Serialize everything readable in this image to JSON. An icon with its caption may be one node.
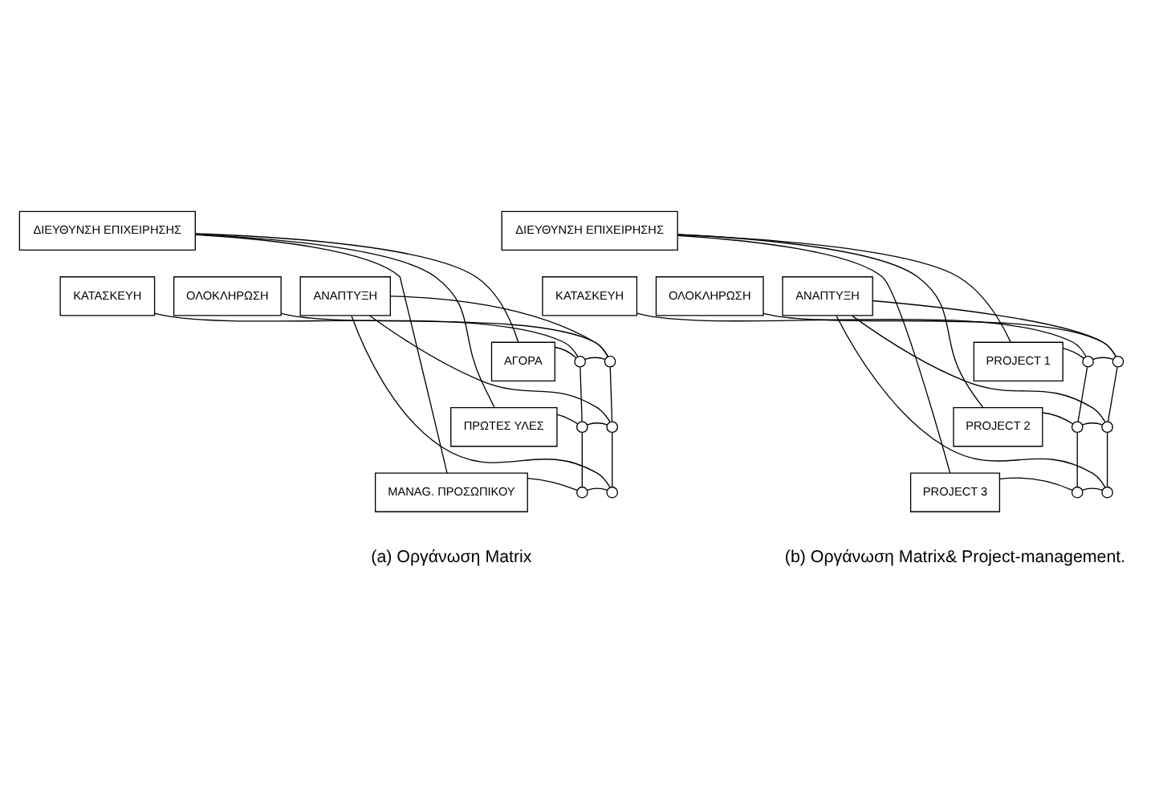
{
  "diagram": {
    "nodes": [
      {
        "text": [
          "ΔΙΕΥΘΥΝΣΗ ΕΠΙΧΕΙΡΗΣΗΣ"
        ]
      },
      {
        "text": [
          "ΚΑΤΑΣΚΕΥΗ"
        ]
      },
      {
        "text": [
          "ΟΛΟΚΛΗΡΩΣΗ"
        ]
      },
      {
        "text": [
          "ΑΝΑΠΤΥΞΗ"
        ]
      },
      {
        "text": [
          "ΑΓΟΡΑ"
        ]
      },
      {
        "text": [
          "ΠΡΩΤΕΣ ΥΛΕΣ"
        ]
      },
      {
        "text": [
          "MANAG. ΠΡΟΣΩΠΙΚΟΥ"
        ]
      },
      {
        "text": [],
        "shape": "circle"
      },
      {
        "text": [],
        "shape": "circle"
      },
      {
        "text": [],
        "shape": "circle"
      },
      {
        "text": [],
        "shape": "circle"
      },
      {
        "text": [],
        "shape": "circle"
      },
      {
        "text": [],
        "shape": "circle"
      },
      {
        "text": [
          "ΔΙΕΥΘΥΝΣΗ ΕΠΙΧΕΙΡΗΣΗΣ"
        ]
      },
      {
        "text": [
          "ΚΑΤΑΣΚΕΥΗ"
        ]
      },
      {
        "text": [
          "ΟΛΟΚΛΗΡΩΣΗ"
        ]
      },
      {
        "text": [
          "ΑΝΑΠΤΥΞΗ"
        ]
      },
      {
        "text": [
          "PROJECT 1"
        ]
      },
      {
        "text": [
          "PROJECT 2"
        ]
      },
      {
        "text": [
          "PROJECT 3"
        ]
      },
      {
        "text": [],
        "shape": "circle"
      },
      {
        "text": [],
        "shape": "circle"
      },
      {
        "text": [],
        "shape": "circle"
      },
      {
        "text": [],
        "shape": "circle"
      },
      {
        "text": [],
        "shape": "circle"
      },
      {
        "text": [],
        "shape": "circle"
      }
    ],
    "edges": [
      {
        "from": 0,
        "to": 4,
        "arrow": "none"
      },
      {
        "from": 0,
        "to": 5,
        "arrow": "none"
      },
      {
        "from": 0,
        "to": 6,
        "arrow": "none"
      },
      {
        "from": 4,
        "to": 7,
        "arrow": "none"
      },
      {
        "from": 7,
        "to": 8,
        "arrow": "none"
      },
      {
        "from": 8,
        "to": 3,
        "arrow": "none"
      },
      {
        "from": 5,
        "to": 9,
        "arrow": "none"
      },
      {
        "from": 9,
        "to": 10,
        "arrow": "none"
      },
      {
        "from": 10,
        "to": 3,
        "arrow": "none"
      },
      {
        "from": 6,
        "to": 11,
        "arrow": "none"
      },
      {
        "from": 11,
        "to": 12,
        "arrow": "none"
      },
      {
        "from": 12,
        "to": 3,
        "arrow": "none"
      },
      {
        "from": 1,
        "to": 7,
        "arrow": "none"
      },
      {
        "from": 7,
        "to": 9,
        "arrow": "none"
      },
      {
        "from": 9,
        "to": 11,
        "arrow": "none"
      },
      {
        "from": 2,
        "to": 8,
        "arrow": "none"
      },
      {
        "from": 8,
        "to": 10,
        "arrow": "none"
      },
      {
        "from": 10,
        "to": 12,
        "arrow": "none"
      },
      {
        "from": 13,
        "to": 17,
        "arrow": "none"
      },
      {
        "from": 13,
        "to": 18,
        "arrow": "none"
      },
      {
        "from": 13,
        "to": 19,
        "arrow": "none"
      },
      {
        "from": 17,
        "to": 20,
        "arrow": "none"
      },
      {
        "from": 20,
        "to": 21,
        "arrow": "none"
      },
      {
        "from": 21,
        "to": 16,
        "arrow": "none"
      },
      {
        "from": 18,
        "to": 22,
        "arrow": "none"
      },
      {
        "from": 22,
        "to": 23,
        "arrow": "none"
      },
      {
        "from": 23,
        "to": 16,
        "arrow": "none"
      },
      {
        "from": 19,
        "to": 24,
        "arrow": "none"
      },
      {
        "from": 24,
        "to": 25,
        "arrow": "none"
      },
      {
        "from": 25,
        "to": 16,
        "arrow": "none"
      },
      {
        "from": 14,
        "to": 20,
        "arrow": "none"
      },
      {
        "from": 20,
        "to": 22,
        "arrow": "none"
      },
      {
        "from": 22,
        "to": 24,
        "arrow": "none"
      },
      {
        "from": 15,
        "to": 21,
        "arrow": "none"
      },
      {
        "from": 21,
        "to": 23,
        "arrow": "none"
      },
      {
        "from": 23,
        "to": 25,
        "arrow": "none"
      }
    ],
    "labels": [
      "(a) Οργάνωση Matrix",
      "(b) Οργάνωση Matrix& Project-management."
    ]
  }
}
